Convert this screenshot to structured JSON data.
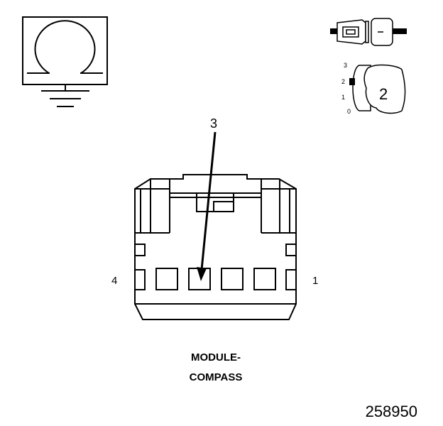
{
  "ground_symbol": {
    "icon": "ground-omega-icon"
  },
  "connector_key": {
    "icon": "connector-side-view-icon",
    "scale_labels": [
      "3",
      "2",
      "1",
      "0"
    ],
    "position_number": "2"
  },
  "callout": {
    "label": "3"
  },
  "connector": {
    "left_pin_label": "4",
    "right_pin_label": "1"
  },
  "caption": {
    "line1": "MODULE-",
    "line2": "COMPASS"
  },
  "figure_number": "258950"
}
